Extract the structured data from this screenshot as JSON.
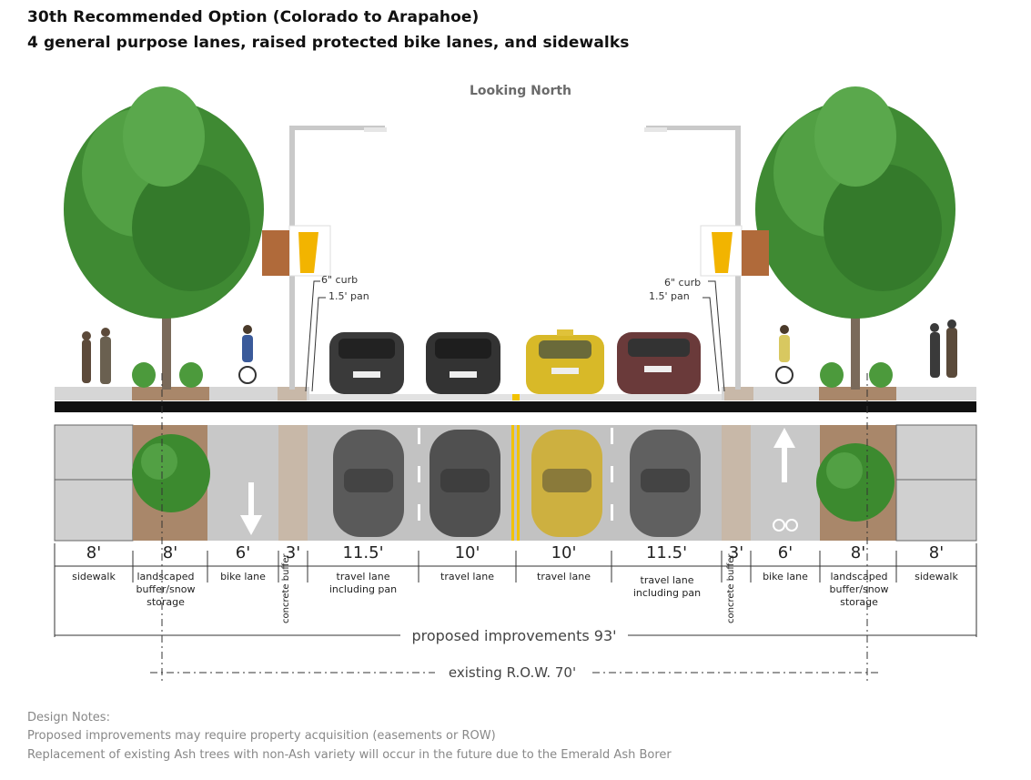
{
  "title": {
    "line1": "30th Recommended Option (Colorado to Arapahoe)",
    "line2": "4 general purpose lanes, raised protected bike lanes, and sidewalks"
  },
  "orientation_label": "Looking North",
  "curb_labels": {
    "left_curb": "6\" curb",
    "left_pan": "1.5' pan",
    "right_curb": "6\" curb",
    "right_pan": "1.5' pan"
  },
  "segments": [
    {
      "width": "8'",
      "label": "sidewalk"
    },
    {
      "width": "8'",
      "label": "landscaped buffer/snow storage"
    },
    {
      "width": "6'",
      "label": "bike lane"
    },
    {
      "width": "3'",
      "label": "concrete buffer"
    },
    {
      "width": "11.5'",
      "label": "travel lane including pan"
    },
    {
      "width": "10'",
      "label": "travel lane"
    },
    {
      "width": "10'",
      "label": "travel lane"
    },
    {
      "width": "11.5'",
      "label": "travel lane including pan"
    },
    {
      "width": "3'",
      "label": "concrete buffer"
    },
    {
      "width": "6'",
      "label": "bike lane"
    },
    {
      "width": "8'",
      "label": "landscaped buffer/snow storage"
    },
    {
      "width": "8'",
      "label": "sidewalk"
    }
  ],
  "row_labels": {
    "proposed": "proposed improvements 93'",
    "existing": "existing R.O.W. 70'"
  },
  "notes": {
    "heading": "Design Notes:",
    "lines": [
      "Proposed improvements may require property acquisition (easements or ROW)",
      "Replacement of existing Ash trees with non-Ash variety will occur in the future due to the Emerald Ash Borer"
    ]
  },
  "colors": {
    "road": "#cfcfcf",
    "asphalt": "#111111",
    "planter": "#a9876a",
    "tree": "#3c8a2f",
    "center_line": "#f2c200",
    "taxi": "#d8b928",
    "car_dark": "#3a3a3a",
    "car_red": "#6a3a3a"
  }
}
